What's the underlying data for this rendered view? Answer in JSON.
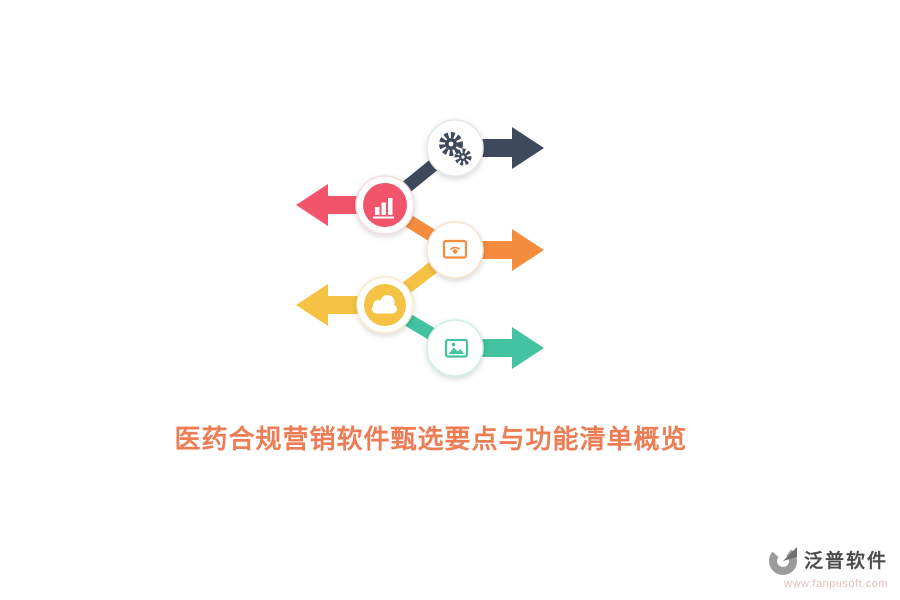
{
  "title": {
    "text": "医药合规营销软件甄选要点与功能清单概览",
    "color": "#ee7d56"
  },
  "infographic": {
    "description": "zigzag-arrow-process-graphic",
    "steps": [
      {
        "icon": "gear-icon",
        "color": "#3e4a5b",
        "arrow_direction": "right"
      },
      {
        "icon": "bar-chart-icon",
        "color": "#f2556b",
        "arrow_direction": "left"
      },
      {
        "icon": "touch-screen-icon",
        "color": "#f68c3e",
        "arrow_direction": "right"
      },
      {
        "icon": "cloud-icon",
        "color": "#f5c243",
        "arrow_direction": "left"
      },
      {
        "icon": "picture-icon",
        "color": "#43c3a0",
        "arrow_direction": "right"
      }
    ]
  },
  "footer": {
    "brand": "泛普软件",
    "url": "www.fanpusoft.com",
    "brand_color": "#4d4d4d",
    "url_color": "#e9b9bd",
    "logo_color": "#9b9b9b",
    "logo_accent": "#6f6f6f"
  }
}
